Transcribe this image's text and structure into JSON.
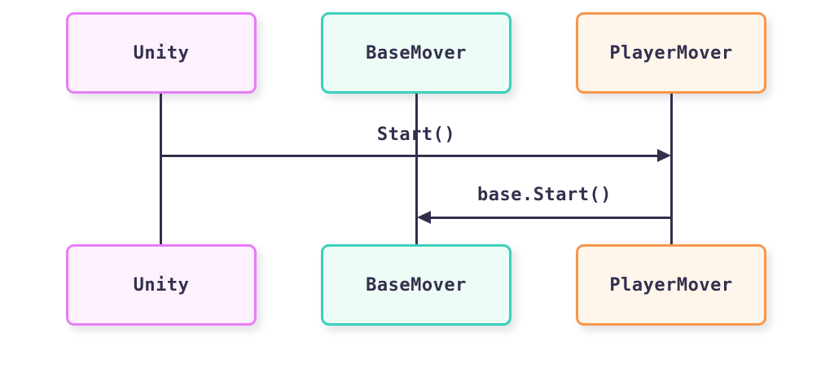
{
  "diagram": {
    "type": "sequence-diagram",
    "background_color": "#ffffff",
    "line_color": "#332f4d",
    "text_color": "#332f4d",
    "actors": [
      {
        "label": "Unity",
        "border_color": "#e97df8",
        "fill_color": "#fdf1fe"
      },
      {
        "label": "BaseMover",
        "border_color": "#3ad0bc",
        "fill_color": "#eefcf8"
      },
      {
        "label": "PlayerMover",
        "border_color": "#f9964a",
        "fill_color": "#fef6eb"
      }
    ],
    "messages": [
      {
        "label": "Start()",
        "from": "Unity",
        "to": "PlayerMover",
        "direction": "right"
      },
      {
        "label": "base.Start()",
        "from": "PlayerMover",
        "to": "BaseMover",
        "direction": "left"
      }
    ]
  }
}
